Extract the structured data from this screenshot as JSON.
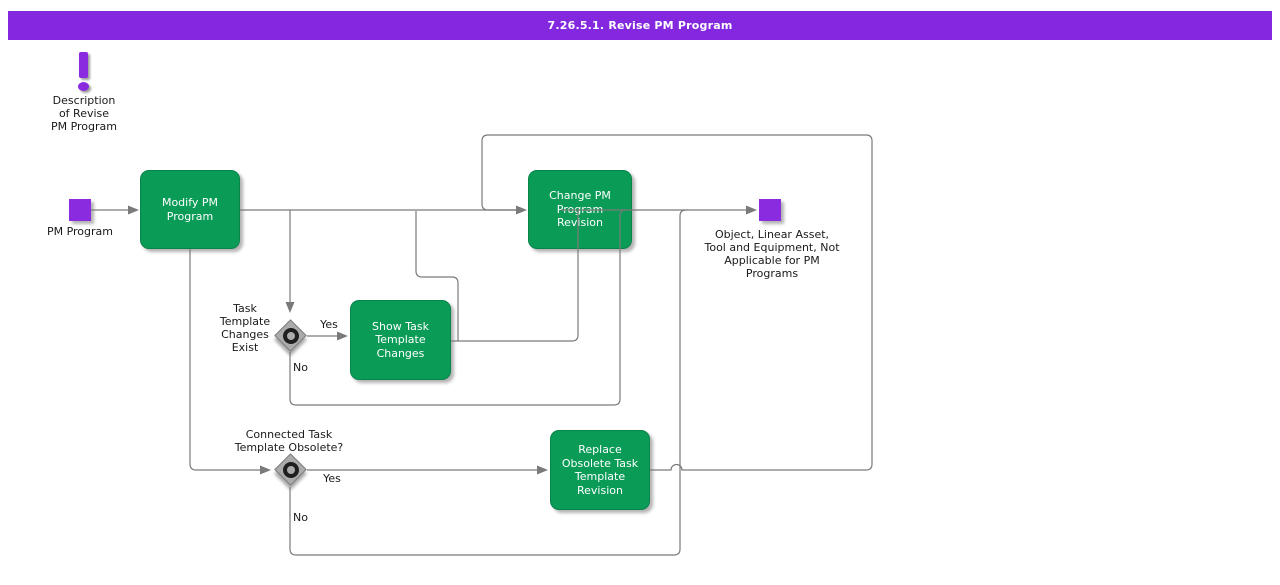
{
  "title_bar": {
    "text": "7.26.5.1. Revise PM Program"
  },
  "note": {
    "label": "Description\nof Revise\nPM Program"
  },
  "start_event": {
    "label": "PM Program"
  },
  "tasks": {
    "modify": {
      "label": "Modify PM\nProgram"
    },
    "show": {
      "label": "Show Task\nTemplate\nChanges"
    },
    "change": {
      "label": "Change PM\nProgram\nRevision"
    },
    "replace": {
      "label": "Replace\nObsolete Task\nTemplate\nRevision"
    }
  },
  "gateways": {
    "template_changes": {
      "label": "Task\nTemplate\nChanges\nExist",
      "yes": "Yes",
      "no": "No"
    },
    "obsolete": {
      "label": "Connected Task\nTemplate Obsolete?",
      "yes": "Yes",
      "no": "No"
    }
  },
  "end_event": {
    "label": "Object, Linear Asset,\nTool and Equipment, Not\nApplicable for PM\nPrograms"
  },
  "colors": {
    "accent_purple": "#8428DF",
    "event_purple": "#8A2BE0",
    "task_green": "#0A9B57",
    "gateway_gray": "#ABABAB",
    "connector_gray": "#7A7A7A"
  }
}
